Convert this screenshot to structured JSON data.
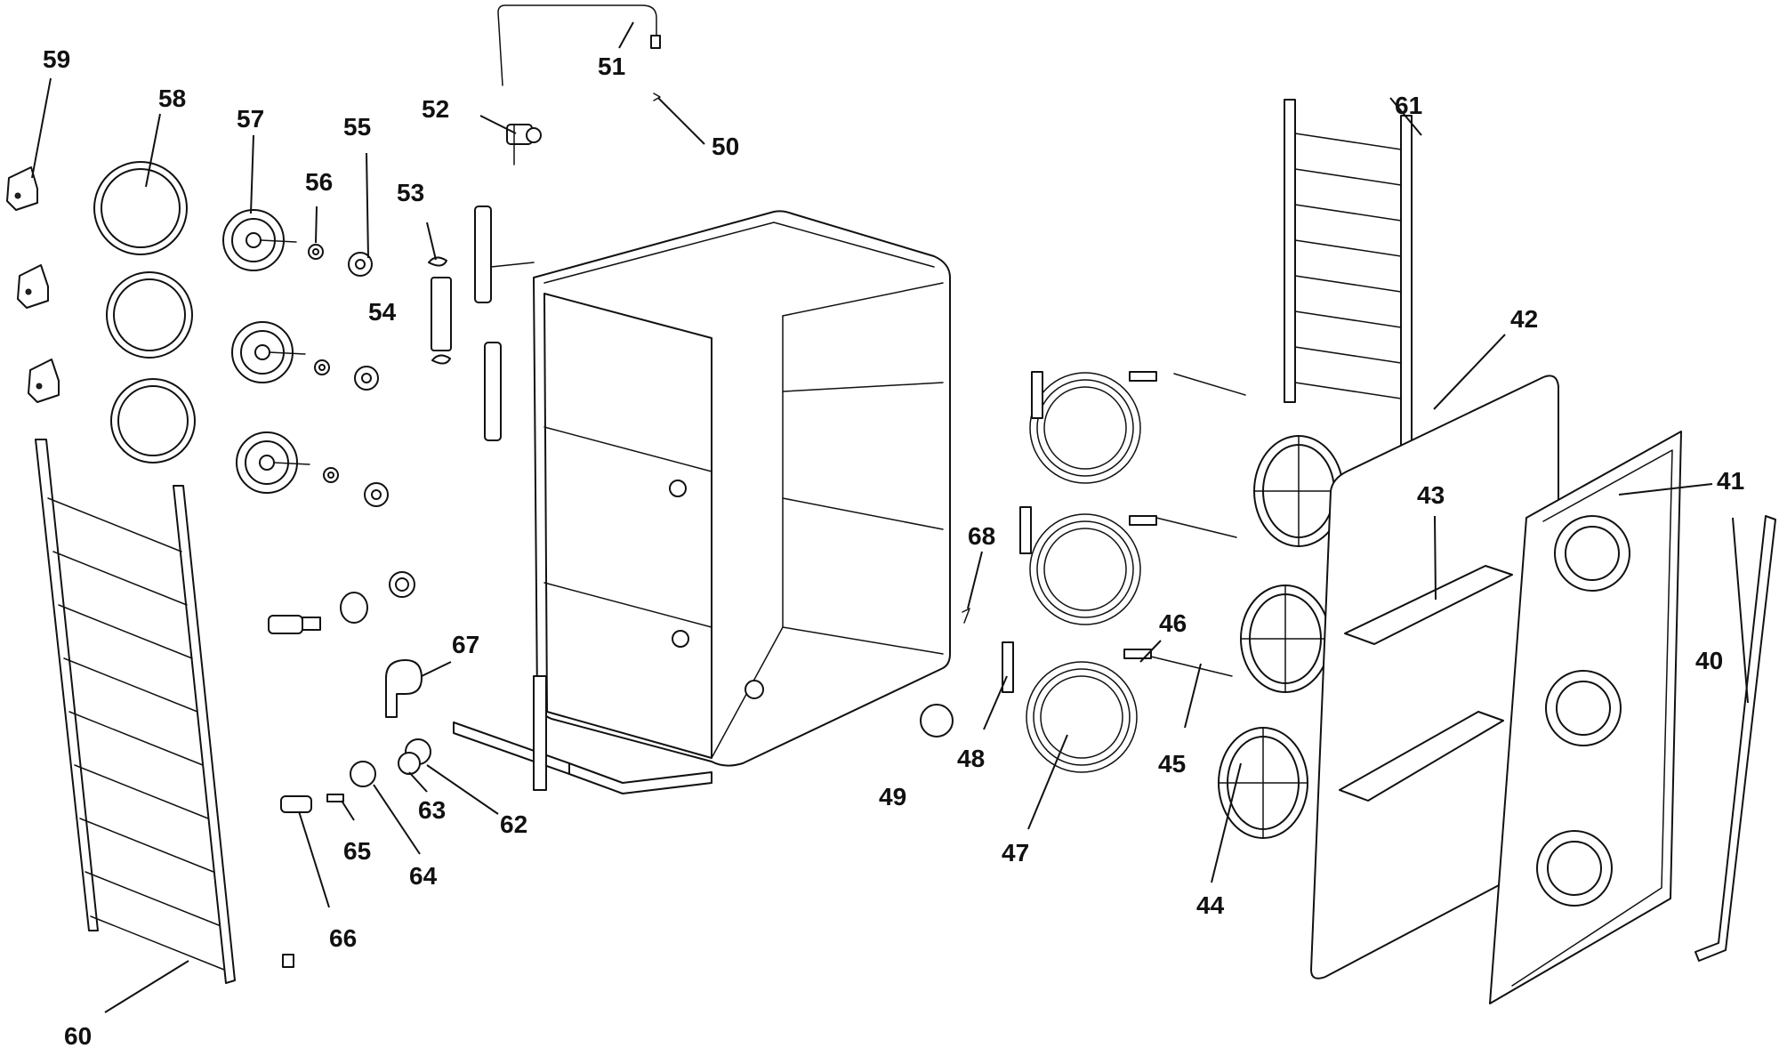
{
  "diagram": {
    "callouts": [
      "40",
      "41",
      "42",
      "43",
      "44",
      "45",
      "46",
      "47",
      "48",
      "49",
      "50",
      "51",
      "52",
      "53",
      "54",
      "55",
      "56",
      "57",
      "58",
      "59",
      "60",
      "61",
      "62",
      "63",
      "64",
      "65",
      "66",
      "67",
      "68"
    ],
    "colors": {
      "ink": "#111111",
      "paper": "#ffffff"
    }
  }
}
